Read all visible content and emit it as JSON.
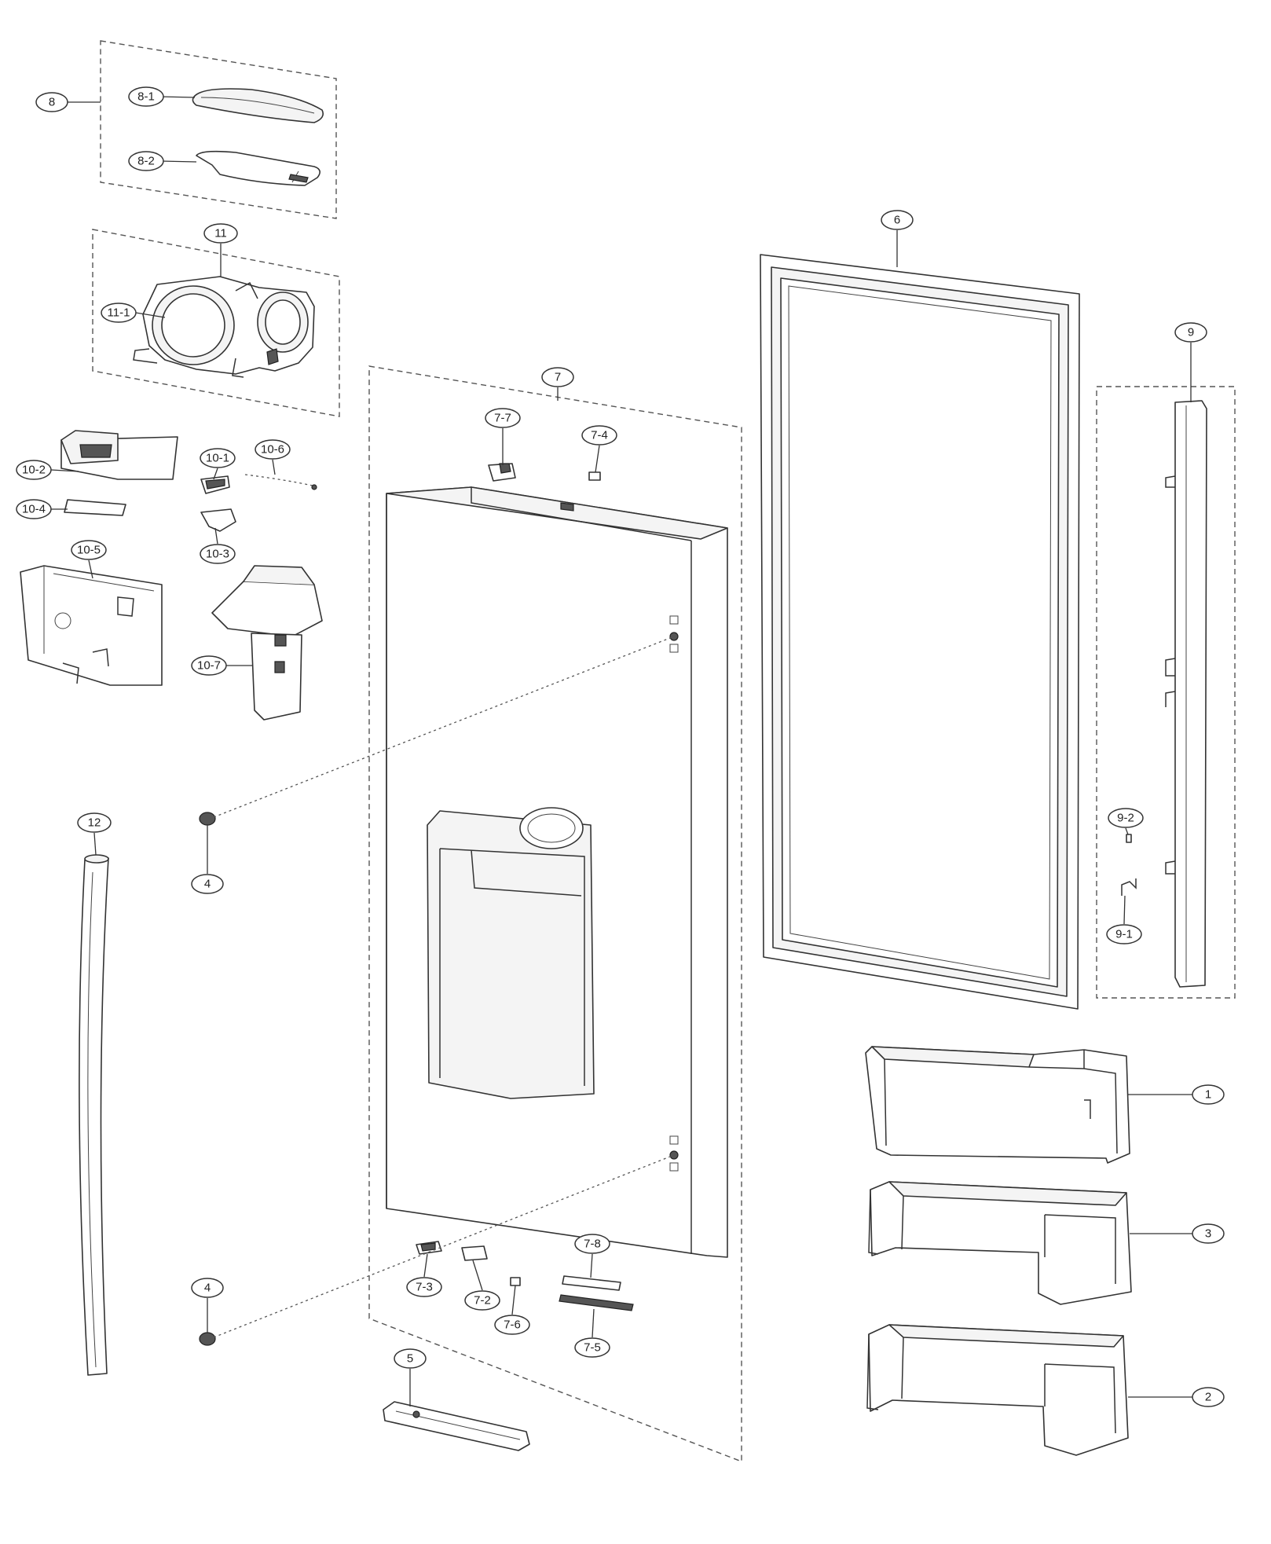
{
  "callouts": {
    "c1": "1",
    "c2": "2",
    "c3": "3",
    "c4a": "4",
    "c4b": "4",
    "c5": "5",
    "c6": "6",
    "c7": "7",
    "c7_2": "7-2",
    "c7_3": "7-3",
    "c7_4": "7-4",
    "c7_5": "7-5",
    "c7_6": "7-6",
    "c7_7": "7-7",
    "c7_8": "7-8",
    "c8": "8",
    "c8_1": "8-1",
    "c8_2": "8-2",
    "c9": "9",
    "c9_1": "9-1",
    "c9_2": "9-2",
    "c10_1": "10-1",
    "c10_2": "10-2",
    "c10_3": "10-3",
    "c10_4": "10-4",
    "c10_5": "10-5",
    "c10_6": "10-6",
    "c10_7": "10-7",
    "c11": "11",
    "c11_1": "11-1",
    "c12": "12"
  }
}
